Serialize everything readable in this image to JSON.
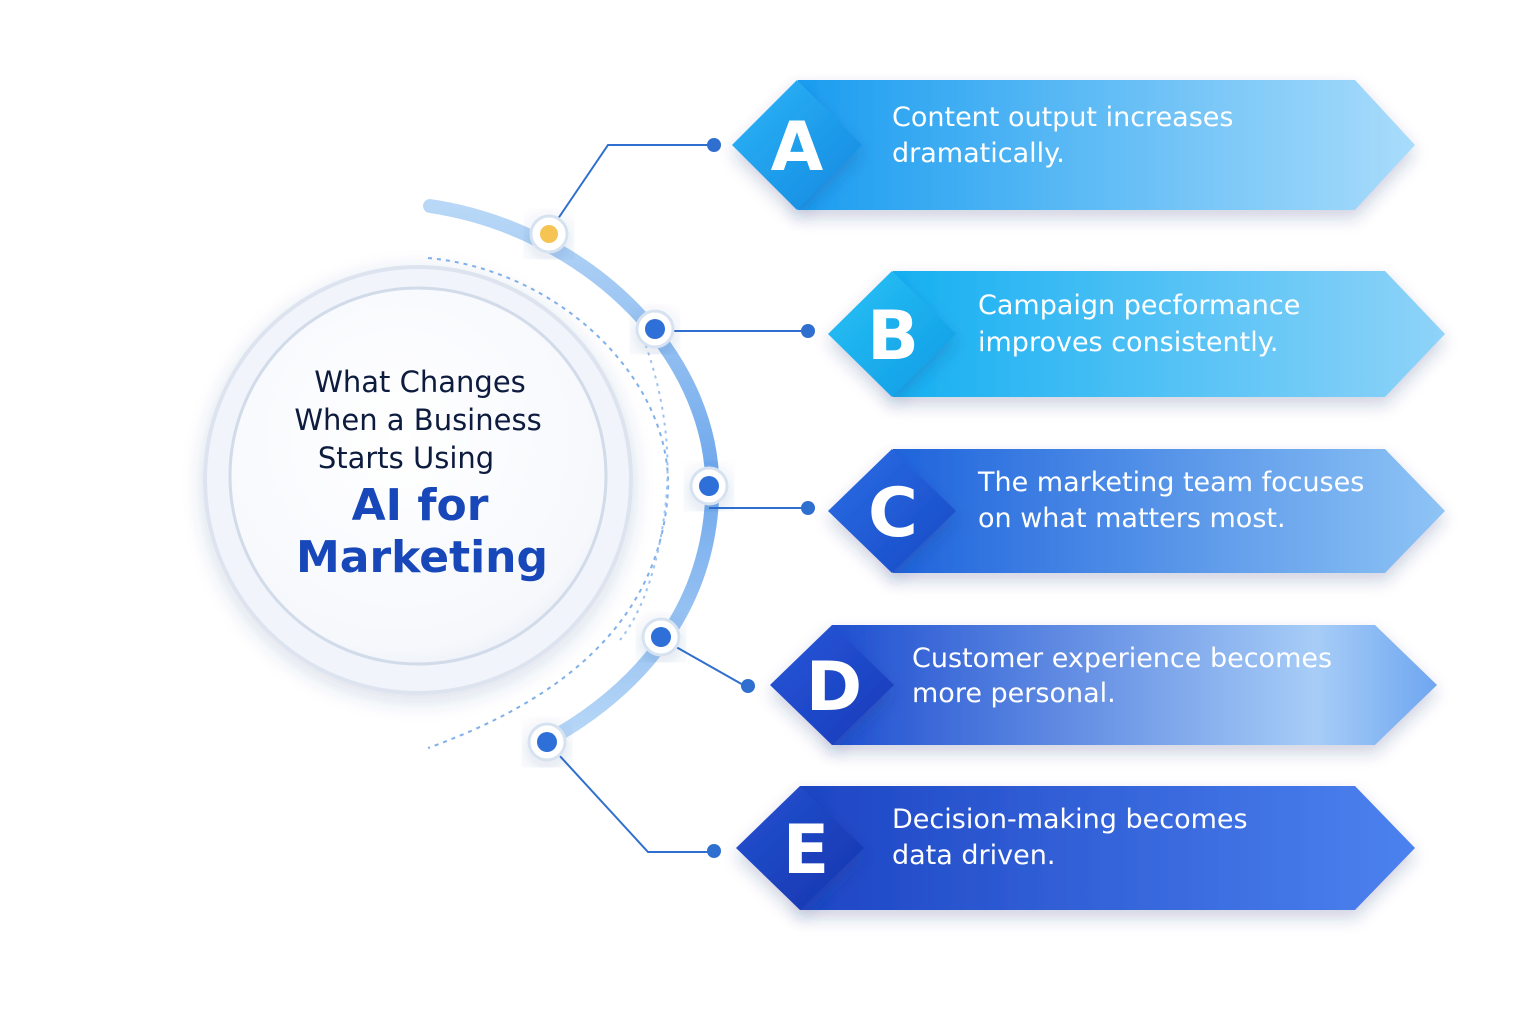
{
  "hub": {
    "line1": "What Changes",
    "line2": "When a Business",
    "line3": "Starts Using",
    "line4": "AI for",
    "line5": "Marketing"
  },
  "items": [
    {
      "letter": "A",
      "text_line1": "Content output increases",
      "text_line2": "dramatically.",
      "color_start": "#1b9df0",
      "color_end": "#a9dcfb"
    },
    {
      "letter": "B",
      "text_line1": "Campaign pecformance",
      "text_line2": "improves consistently.",
      "color_start": "#16b0f2",
      "color_end": "#8fd3f8"
    },
    {
      "letter": "C",
      "text_line1": "The marketing team focuses",
      "text_line2": "on what matters most.",
      "color_start": "#1f64dc",
      "color_end": "#8ec4f5"
    },
    {
      "letter": "D",
      "text_line1": "Customer experience becomes",
      "text_line2": "more personal.",
      "color_start": "#1f4fd0",
      "color_end": "#a7cdf7"
    },
    {
      "letter": "E",
      "text_line1": "Decision-making becomes",
      "text_line2": "data driven.",
      "color_start": "#1d45c4",
      "color_end": "#4c82ef"
    }
  ],
  "colors": {
    "accent_dot": "#f6c453",
    "connector": "#2f6fcf",
    "arc": "#8fbdf2"
  }
}
